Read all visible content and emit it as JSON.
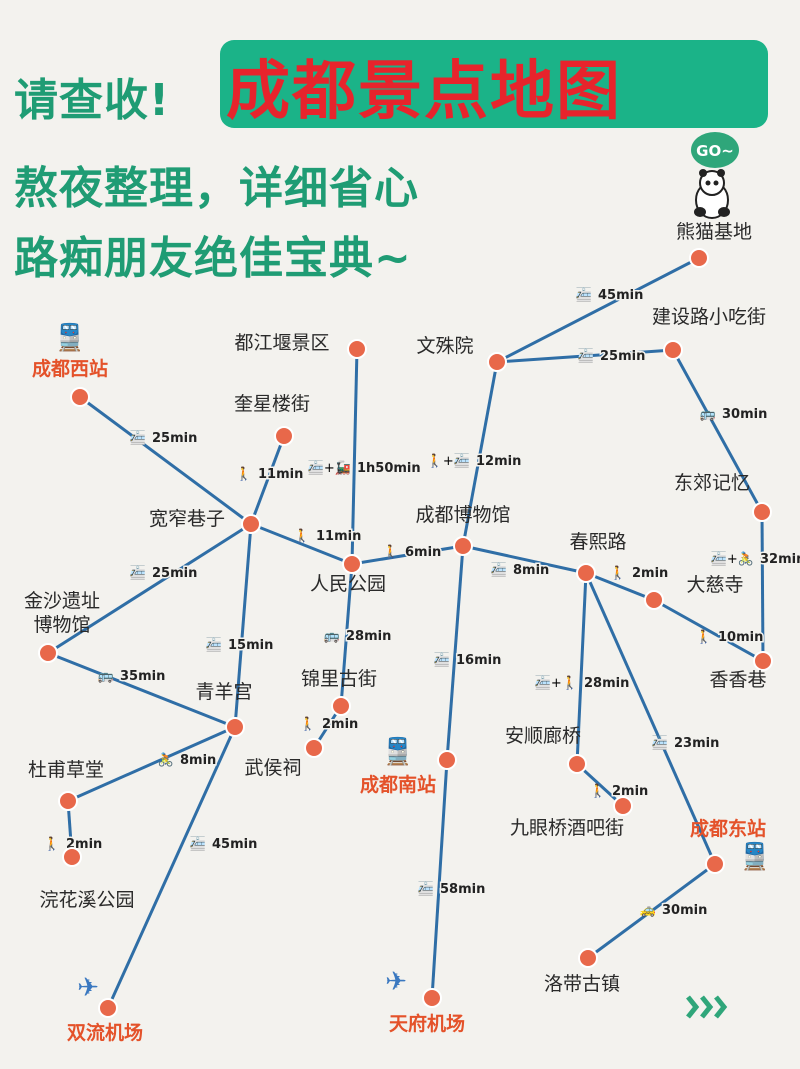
{
  "title": {
    "prefix": "请查收!",
    "main": "成都景点地图",
    "line2": "熬夜整理，详细省心",
    "line3": "路痴朋友绝佳宝典~"
  },
  "badge": "GO~",
  "colors": {
    "route": "#2f6ea6",
    "node": "#e8684a",
    "node_stroke": "#ffffff",
    "hub_text": "#e4522a",
    "place_text": "#2a2a2a"
  },
  "places": [
    {
      "id": "panda",
      "name": "熊猫基地",
      "hub": false
    },
    {
      "id": "jianshe",
      "name": "建设路小吃街",
      "hub": false
    },
    {
      "id": "wenshu",
      "name": "文殊院",
      "hub": false
    },
    {
      "id": "dujiangyan",
      "name": "都江堰景区",
      "hub": false
    },
    {
      "id": "west",
      "name": "成都西站",
      "hub": true
    },
    {
      "id": "kuixing",
      "name": "奎星楼街",
      "hub": false
    },
    {
      "id": "kuanzhai",
      "name": "宽窄巷子",
      "hub": false
    },
    {
      "id": "renmin",
      "name": "人民公园",
      "hub": false
    },
    {
      "id": "museum",
      "name": "成都博物馆",
      "hub": false
    },
    {
      "id": "chunxi",
      "name": "春熙路",
      "hub": false
    },
    {
      "id": "dongjiao",
      "name": "东郊记忆",
      "hub": false
    },
    {
      "id": "daci",
      "name": "大慈寺",
      "hub": false
    },
    {
      "id": "xiangxiang",
      "name": "香香巷",
      "hub": false
    },
    {
      "id": "jinsha",
      "name": "金沙遗址\n博物馆",
      "hub": false
    },
    {
      "id": "qingyang",
      "name": "青羊宫",
      "hub": false
    },
    {
      "id": "jinli",
      "name": "锦里古街",
      "hub": false
    },
    {
      "id": "wuhou",
      "name": "武侯祠",
      "hub": false
    },
    {
      "id": "dufu",
      "name": "杜甫草堂",
      "hub": false
    },
    {
      "id": "huanhua",
      "name": "浣花溪公园",
      "hub": false
    },
    {
      "id": "south",
      "name": "成都南站",
      "hub": true
    },
    {
      "id": "anshun",
      "name": "安顺廊桥",
      "hub": false
    },
    {
      "id": "jiuyan",
      "name": "九眼桥酒吧街",
      "hub": false
    },
    {
      "id": "east",
      "name": "成都东站",
      "hub": true
    },
    {
      "id": "luodai",
      "name": "洛带古镇",
      "hub": false
    },
    {
      "id": "shuangliu",
      "name": "双流机场",
      "hub": true
    },
    {
      "id": "tianfu",
      "name": "天府机场",
      "hub": true
    }
  ],
  "routes": [
    {
      "from": "wenshu",
      "to": "panda",
      "time": "45min",
      "mode": "metro"
    },
    {
      "from": "wenshu",
      "to": "jianshe",
      "time": "25min",
      "mode": "metro"
    },
    {
      "from": "jianshe",
      "to": "dongjiao",
      "time": "30min",
      "mode": "bus"
    },
    {
      "from": "dongjiao",
      "to": "xiangxiang",
      "time": "32min",
      "mode": "metro+bike"
    },
    {
      "from": "west",
      "to": "kuanzhai",
      "time": "25min",
      "mode": "metro"
    },
    {
      "from": "kuixing",
      "to": "kuanzhai",
      "time": "11min",
      "mode": "walk"
    },
    {
      "from": "dujiangyan",
      "to": "renmin",
      "time": "1h50min",
      "mode": "metro+train"
    },
    {
      "from": "kuanzhai",
      "to": "renmin",
      "time": "11min",
      "mode": "walk"
    },
    {
      "from": "renmin",
      "to": "museum",
      "time": "6min",
      "mode": "walk"
    },
    {
      "from": "wenshu",
      "to": "museum",
      "time": "12min",
      "mode": "walk+metro"
    },
    {
      "from": "museum",
      "to": "chunxi",
      "time": "8min",
      "mode": "metro"
    },
    {
      "from": "chunxi",
      "to": "daci",
      "time": "2min",
      "mode": "walk"
    },
    {
      "from": "daci",
      "to": "xiangxiang",
      "time": "10min",
      "mode": "walk"
    },
    {
      "from": "kuanzhai",
      "to": "jinsha",
      "time": "25min",
      "mode": "metro"
    },
    {
      "from": "kuanzhai",
      "to": "qingyang",
      "time": "15min",
      "mode": "metro"
    },
    {
      "from": "jinsha",
      "to": "qingyang",
      "time": "35min",
      "mode": "bus"
    },
    {
      "from": "renmin",
      "to": "jinli",
      "time": "28min",
      "mode": "bus"
    },
    {
      "from": "jinli",
      "to": "wuhou",
      "time": "2min",
      "mode": "walk"
    },
    {
      "from": "museum",
      "to": "south",
      "time": "16min",
      "mode": "metro"
    },
    {
      "from": "chunxi",
      "to": "anshun",
      "time": "28min",
      "mode": "metro+walk"
    },
    {
      "from": "anshun",
      "to": "jiuyan",
      "time": "2min",
      "mode": "walk"
    },
    {
      "from": "chunxi",
      "to": "east",
      "time": "23min",
      "mode": "metro"
    },
    {
      "from": "qingyang",
      "to": "dufu",
      "time": "8min",
      "mode": "bike"
    },
    {
      "from": "dufu",
      "to": "huanhua",
      "time": "2min",
      "mode": "walk"
    },
    {
      "from": "qingyang",
      "to": "shuangliu",
      "time": "45min",
      "mode": "metro"
    },
    {
      "from": "south",
      "to": "tianfu",
      "time": "58min",
      "mode": "metro"
    },
    {
      "from": "east",
      "to": "luodai",
      "time": "30min",
      "mode": "taxi"
    }
  ]
}
